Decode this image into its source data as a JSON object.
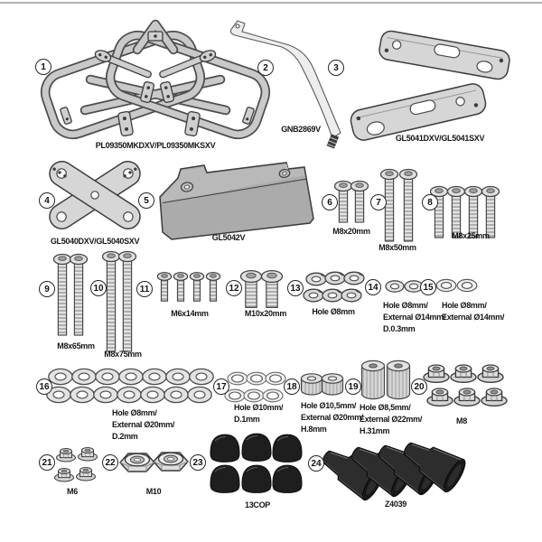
{
  "colors": {
    "background": "#ffffff",
    "outline": "#3d3d3d",
    "metal_fill": "#d2d2d2",
    "dark_part_fill": "#1e1e1e"
  },
  "badges": [
    "1",
    "2",
    "3",
    "4",
    "5",
    "6",
    "7",
    "8",
    "9",
    "10",
    "11",
    "12",
    "13",
    "14",
    "15",
    "16",
    "17",
    "18",
    "19",
    "20",
    "21",
    "22",
    "23",
    "24"
  ],
  "captions": {
    "frames": "PL09350MKDXV/PL09350MKSXV",
    "strip": "GNB2869V",
    "side_brackets": "GL5041DXV/GL5041SXV",
    "cross_plates": "GL5040DXV/GL5040SXV",
    "plate": "GL5042V",
    "bolts_6": "M8x20mm",
    "bolts_7": "M8x50mm",
    "bolts_8": "M8x25mm",
    "bolts_9": "M8x65mm",
    "bolts_10": "M8x75mm",
    "bolts_11": "M6x14mm",
    "bolts_12": "M10x20mm",
    "washers_13": "Hole Ø8mm",
    "washers_14": [
      "Hole Ø8mm/",
      "External Ø14mm/",
      "D.0.3mm"
    ],
    "washers_15": [
      "Hole Ø8mm/",
      "External Ø14mm/"
    ],
    "washers_16": [
      "Hole Ø8mm/",
      "External Ø20mm/",
      "D.2mm"
    ],
    "washers_17": [
      "Hole Ø10mm/",
      "D.1mm"
    ],
    "spacers_18": [
      "Hole Ø10,5mm/",
      "External Ø20mm/",
      "H.8mm"
    ],
    "spacers_19": [
      "Hole Ø8,5mm/",
      "External Ø22mm/",
      "H.31mm"
    ],
    "nuts_20": "M8",
    "nuts_21": "M6",
    "nuts_22": "M10",
    "caps_23": "13COP",
    "cones_24": "Z4039"
  }
}
